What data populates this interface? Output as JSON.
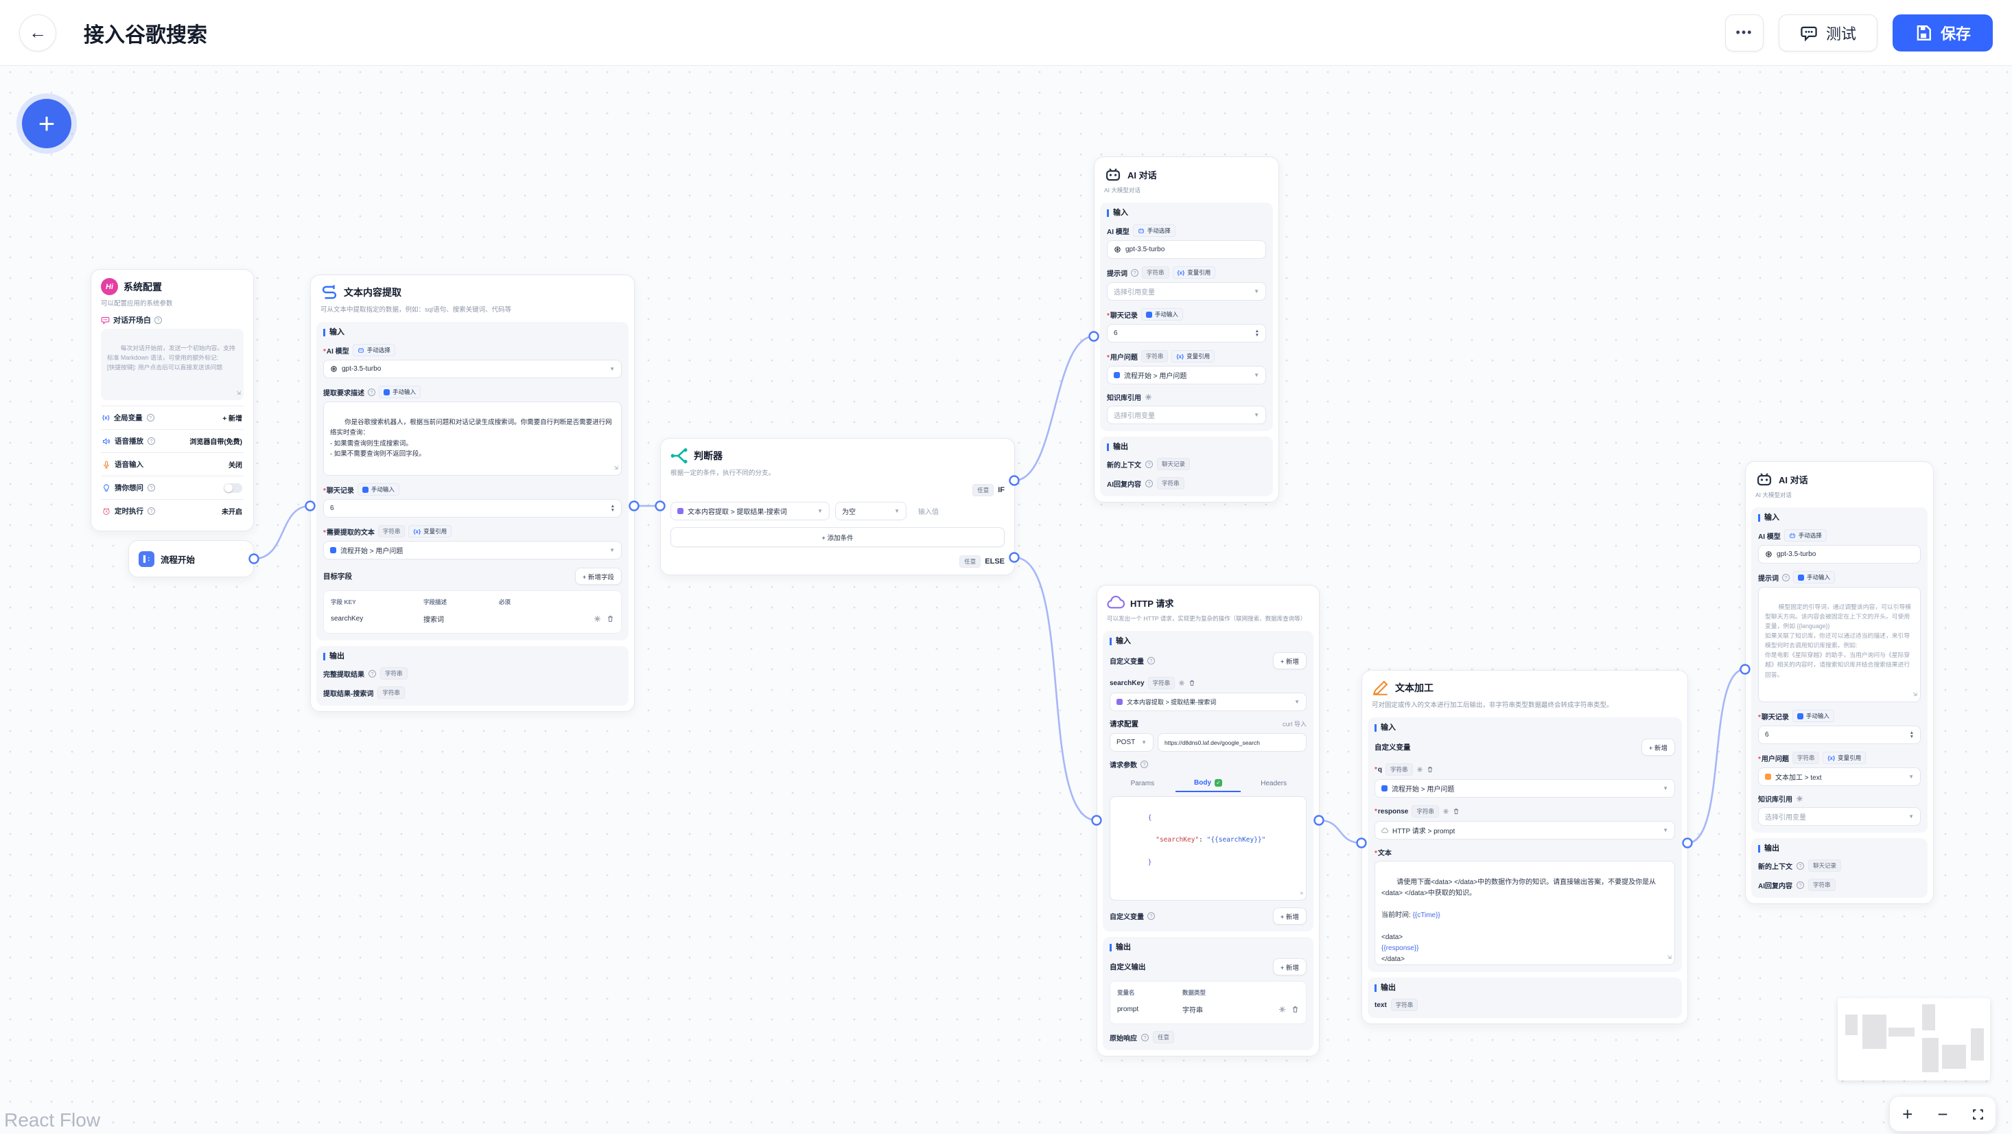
{
  "header": {
    "title": "接入谷歌搜索",
    "more": "•••",
    "test": "测试",
    "save": "保存"
  },
  "canvas": {
    "attribution": "React Flow"
  },
  "badges": {
    "manual_select": "手动选择",
    "manual_input": "手动输入",
    "var_ref": "变量引用",
    "string": "字符串",
    "any": "任意",
    "history": "聊天记录"
  },
  "common": {
    "input": "输入",
    "output": "输出",
    "add": "+ 新增",
    "select_var": "选择引用变量",
    "model": "gpt-3.5-turbo",
    "ai_model": "AI 模型",
    "prompt_label": "提示词",
    "history_label": "聊天记录",
    "history_value": "6",
    "user_q_label": "用户问题",
    "kb_label": "知识库引用",
    "new_ctx": "新的上下文",
    "ai_reply": "AI回复内容",
    "flow_user_q": "流程开始 > 用户问题"
  },
  "nodes": {
    "sys": {
      "title": "系统配置",
      "sub": "可以配置应用的系统参数",
      "icon_text": "Hi",
      "welcome_label": "对话开场白",
      "welcome_ph": "每次对话开始前，发送一个初始内容。支持标准 Markdown 语法，可使用的额外标记:\n[快捷按键]: 用户点击后可以直接发送该问题",
      "rows": [
        {
          "label": "全局变量",
          "value": "+ 新增"
        },
        {
          "label": "语音播放",
          "value": "浏览器自带(免费)"
        },
        {
          "label": "语音输入",
          "value": "关闭"
        },
        {
          "label": "猜你想问",
          "value": ""
        },
        {
          "label": "定时执行",
          "value": "未开启"
        }
      ]
    },
    "start": {
      "title": "流程开始"
    },
    "extract": {
      "title": "文本内容提取",
      "sub": "可从文本中提取指定的数据，例如：sql语句、搜索关键词、代码等",
      "desc_label": "提取要求描述",
      "desc_value": "你是谷歌搜索机器人，根据当前问题和对话记录生成搜索词。你需要自行判断是否需要进行网络实时查询：\n- 如果需查询则生成搜索词。\n- 如果不需要查询则不返回字段。",
      "source_label": "需要提取的文本",
      "target_label": "目标字段",
      "add_field": "+ 新增字段",
      "col_key": "字段 KEY",
      "col_desc": "字段描述",
      "col_req": "必须",
      "row_key": "searchKey",
      "row_desc": "搜索词",
      "out1": "完整提取结果",
      "out2": "提取结果-搜索词"
    },
    "judge": {
      "title": "判断器",
      "sub": "根据一定的条件，执行不同的分支。",
      "if_label": "IF",
      "else_label": "ELSE",
      "cond_left": "文本内容提取 > 提取结果-搜索词",
      "cond_op": "为空",
      "cond_value_ph": "输入值",
      "add_cond": "+ 添加条件"
    },
    "ai1": {
      "title": "AI 对话",
      "sub": "AI 大模型对话",
      "user_q_value": "流程开始 > 用户问题"
    },
    "http": {
      "title": "HTTP 请求",
      "sub": "可以发出一个 HTTP 请求，实现更为复杂的操作（联网搜索、数据库查询等）",
      "custom_var": "自定义变量",
      "var_name": "searchKey",
      "var_value": "文本内容提取 > 提取结果-搜索词",
      "req_cfg": "请求配置",
      "curl": "curl 导入",
      "method": "POST",
      "url": "https://d8dns0.laf.dev/google_search",
      "req_params": "请求参数",
      "tabs": [
        "Params",
        "Body",
        "Headers"
      ],
      "body_open": "{",
      "body_key": "\"searchKey\"",
      "body_colon": ": ",
      "body_val": "\"{{searchKey}}\"",
      "body_close": "}",
      "custom_out": "自定义输出",
      "col_var": "变量名",
      "col_type": "数据类型",
      "out_name": "prompt",
      "out_type": "字符串",
      "raw_label": "原始响应"
    },
    "tp": {
      "title": "文本加工",
      "sub": "可对固定或传入的文本进行加工后输出，非字符串类型数据最终会转成字符串类型。",
      "custom_var": "自定义变量",
      "var1_name": "q",
      "var1_value": "流程开始 > 用户问题",
      "var2_name": "response",
      "var2_value": "HTTP 请求 > prompt",
      "text_label": "文本",
      "text_p1": "请使用下面<data> </data>中的数据作为你的知识。请直接输出答案，不要提及你是从<data> </data>中获取的知识。\n\n当前时间: ",
      "text_v1": "{{cTime}}",
      "text_p2": "\n\n<data>\n",
      "text_v2": "{{response}}",
      "text_p3": "\n</data>",
      "out_name": "text"
    },
    "ai2": {
      "title": "AI 对话",
      "sub": "AI 大模型对话",
      "prompt_ph": "模型固定的引导词，通过调整该内容，可以引导模型聊天方向。该内容会被固定在上下文的开头。可使用变量，例如 {{language}}\n如果关联了知识库，你还可以通过适当的描述，来引导模型何时去调用知识库搜索。例如:\n你是电影《星际穿越》的助手，当用户询问与《星际穿越》相关的内容时，请搜索知识库并结合搜索结果进行回答。",
      "user_q_value": "文本加工 > text"
    }
  }
}
